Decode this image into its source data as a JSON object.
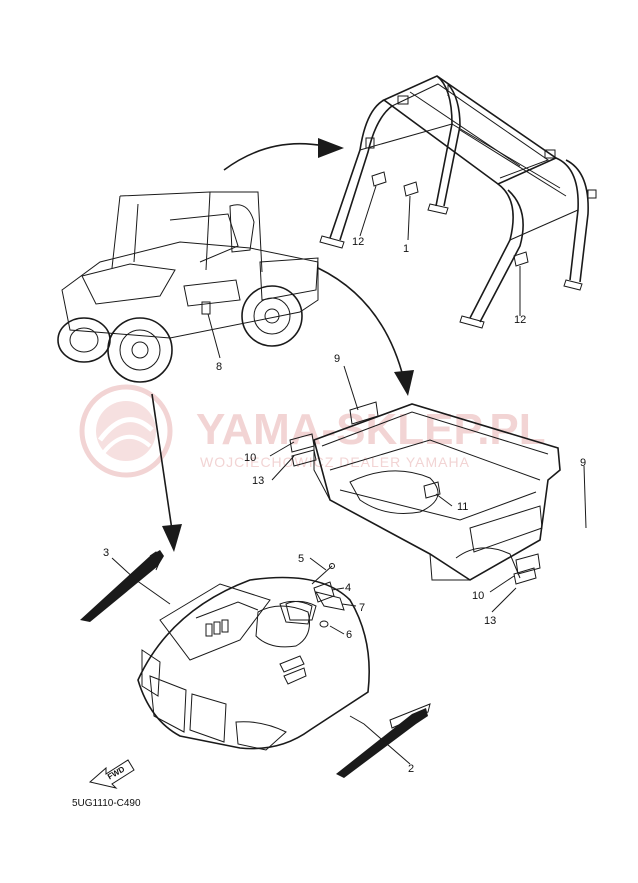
{
  "diagram": {
    "code": "5UG1110-C490",
    "watermark": {
      "main": "YAMA-SKLEP.PL",
      "sub": "WOJCIECHOWICZ DEALER YAMAHA"
    },
    "fwd_label": "FWD",
    "callouts": [
      "1",
      "2",
      "3",
      "4",
      "5",
      "6",
      "7",
      "8",
      "9",
      "10",
      "11",
      "12",
      "13"
    ]
  }
}
